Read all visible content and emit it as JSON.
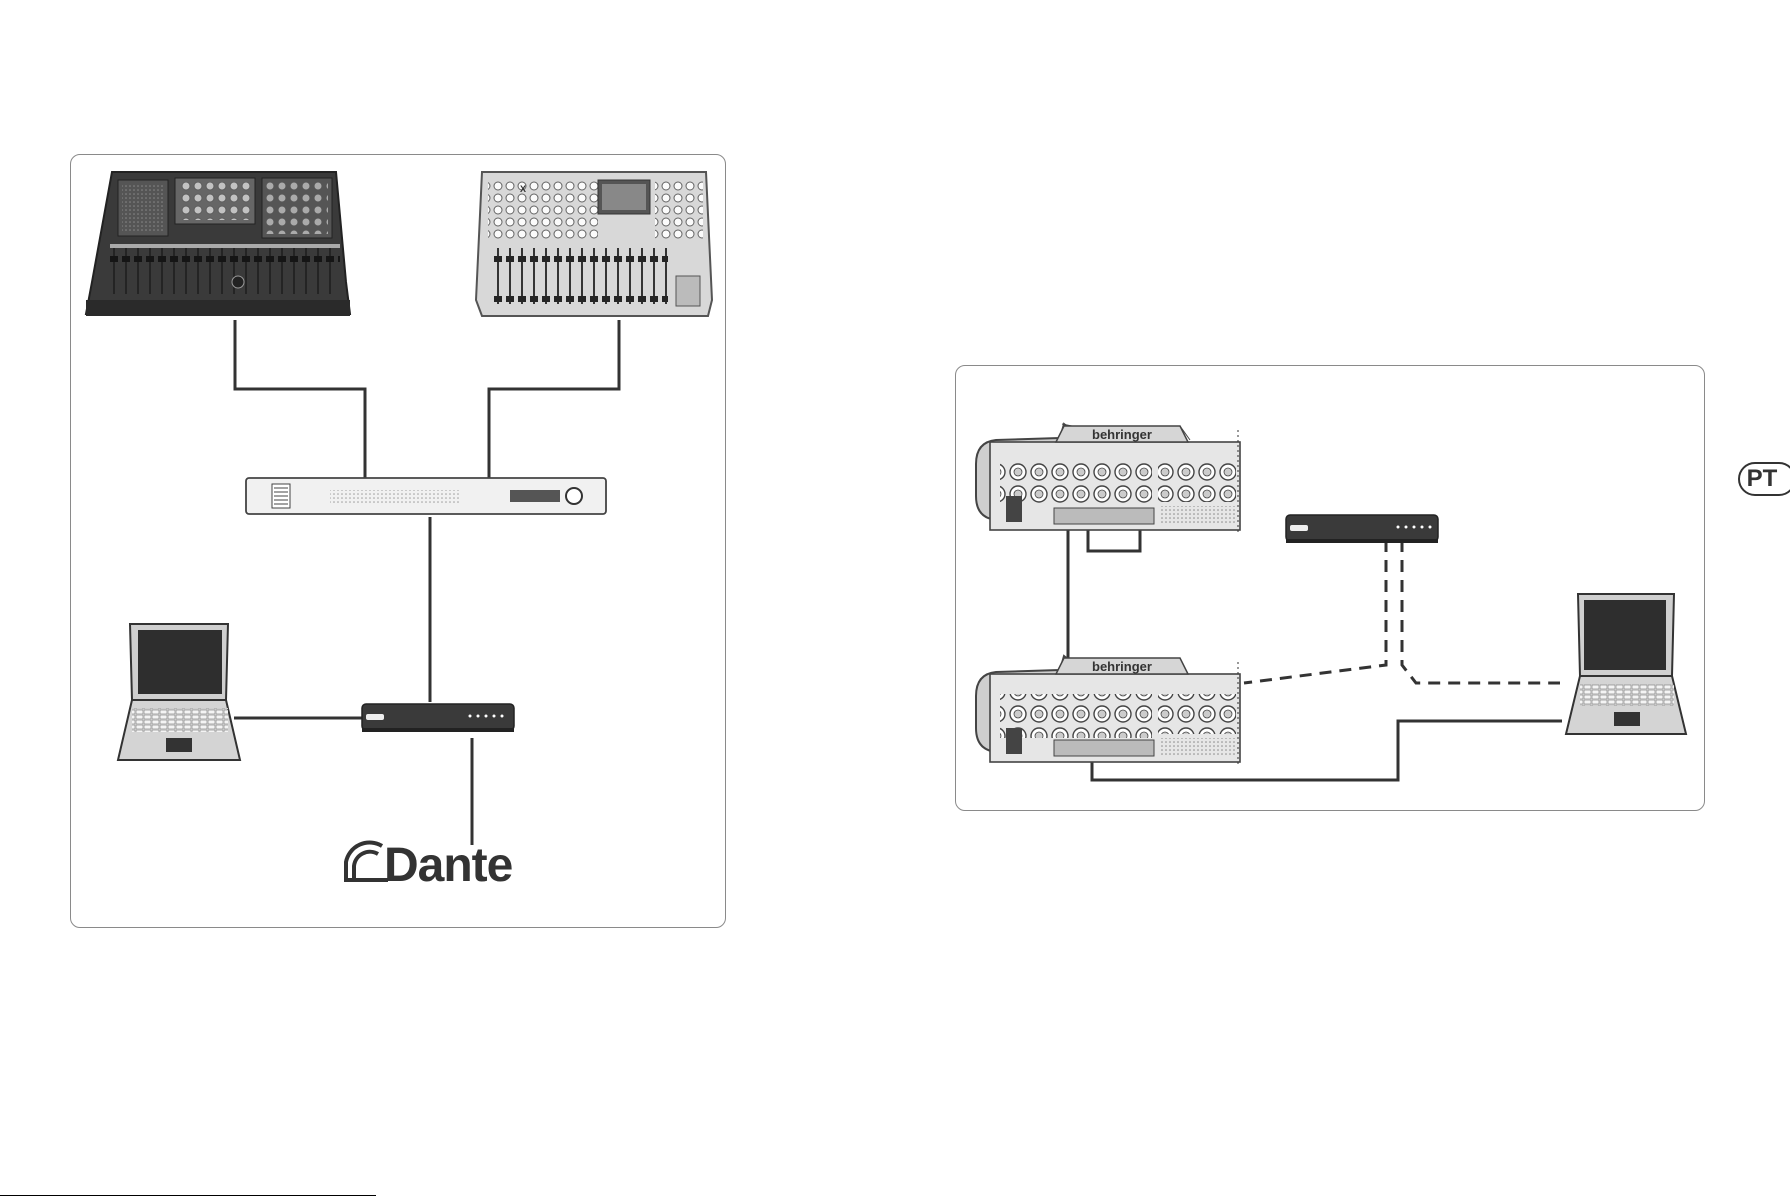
{
  "language_badge": "PT",
  "left_diagram": {
    "dante_logo_text": "Dante"
  },
  "right_diagram": {
    "mixer_top_brand": "behringer",
    "mixer_bottom_brand": "behringer"
  },
  "colors": {
    "cable": "#333333",
    "panel_border": "#8a8a8a",
    "device_dark": "#3a3a3a",
    "device_light": "#d8d8d8"
  }
}
